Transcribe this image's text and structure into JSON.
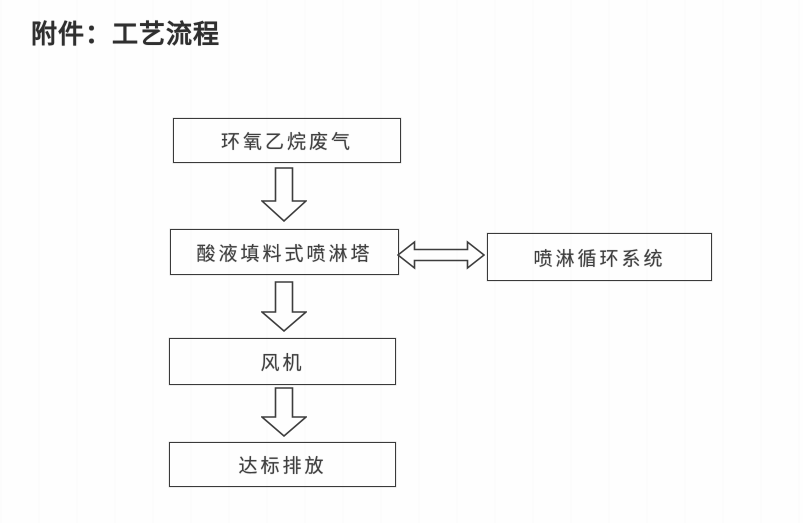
{
  "document": {
    "title": "附件：工艺流程"
  },
  "flowchart": {
    "nodes": {
      "waste_gas": {
        "label": "环氧乙烷废气"
      },
      "spray_tower": {
        "label": "酸液填料式喷淋塔"
      },
      "circulation": {
        "label": "喷淋循环系统"
      },
      "fan": {
        "label": "风机"
      },
      "discharge": {
        "label": "达标排放"
      }
    },
    "connections": [
      {
        "from": "waste_gas",
        "to": "spray_tower",
        "style": "hollow-down-arrow"
      },
      {
        "from": "spray_tower",
        "to": "circulation",
        "style": "hollow-double-arrow"
      },
      {
        "from": "spray_tower",
        "to": "fan",
        "style": "hollow-down-arrow"
      },
      {
        "from": "fan",
        "to": "discharge",
        "style": "hollow-down-arrow"
      }
    ],
    "colors": {
      "line": "#3d3d3d",
      "text": "#3f3f3f",
      "page_background": "#fefefe"
    }
  }
}
